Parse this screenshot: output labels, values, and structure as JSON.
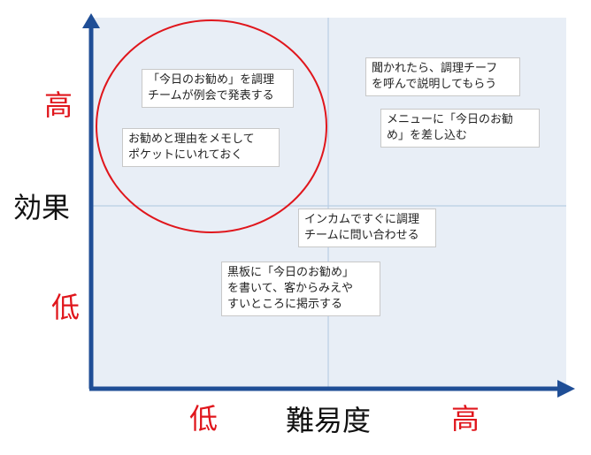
{
  "colors": {
    "quadrant_fill": "#e8eef6",
    "divider": "#b9cde4",
    "axis": "#1f4e96",
    "circle": "#e0161c",
    "low_high_label": "#e0161c",
    "axis_title": "#111111"
  },
  "y_axis": {
    "title": "効果",
    "high_label": "高",
    "low_label": "低"
  },
  "x_axis": {
    "title": "難易度",
    "low_label": "低",
    "high_label": "高"
  },
  "notes": [
    {
      "text": "「今日のお勧め」を調理\nチームが例会で発表する"
    },
    {
      "text": "お勧めと理由をメモして\nポケットにいれておく"
    },
    {
      "text": "聞かれたら、調理チーフ\nを呼んで説明してもらう"
    },
    {
      "text": "メニューに「今日のお勧\nめ」を差し込む"
    },
    {
      "text": "インカムですぐに調理\nチームに問い合わせる"
    },
    {
      "text": "黒板に「今日のお勧め」\nを書いて、客からみえや\nすいところに掲示する"
    }
  ]
}
